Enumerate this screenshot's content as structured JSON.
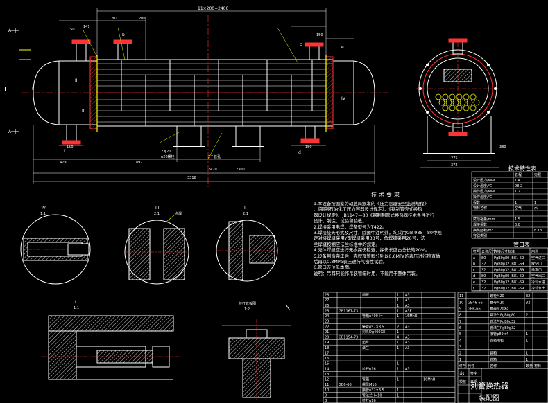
{
  "drawing": {
    "dimension_top": "11×200=2400",
    "section_markers": {
      "A": "A",
      "b": "b",
      "c": "c",
      "d": "d",
      "e": "e",
      "f": "f",
      "I": "I",
      "II": "II",
      "III": "III",
      "IV": "IV",
      "L": "L"
    },
    "dims": {
      "d141": "141",
      "d201": "201",
      "d150a": "150",
      "d150b": "150",
      "d150c": "150",
      "d150d": "150",
      "d200": "200",
      "d479": "479",
      "d892": "892",
      "d3316": "3316",
      "d2470": "2470",
      "d2300": "2300",
      "d372": "372",
      "d275": "275",
      "d380": "380"
    },
    "notes": {
      "n1": "2.φ20",
      "n2": "φ20螺栓",
      "n3": "2个管孔"
    }
  },
  "details": {
    "iv": "IV",
    "iv_scale": "1:1",
    "iii": "III",
    "iii_scale": "2:1",
    "ii": "II",
    "ii_scale": "2:1",
    "i": "I",
    "i_scale": "1:1",
    "pipe_plate": "拉杆管板图",
    "pipe_scale": "1:2",
    "weld": "点焊"
  },
  "requirements": {
    "title": "技术要求",
    "lines": [
      "1.本设备按国家劳动总局颁发的《压力容器安全监测规程》",
      "、《钢制石油化工压力容器设计规定》、《钢制管壳式换热",
      "器设计规定》、JB1147—80《钢制列管式换热器技术条件进行",
      "设计、制造、试验和验收。",
      "2.焊接采用电焊，焊条型号为T422。",
      "3.焊接接头形式及尺寸，除图中注明外，均采用GB 985—80中规",
      "定对接焊缝采用Y型焊缝采用33号，角焊缝采用26号，法",
      "兰焊缝按相应法兰标准中的规定。",
      "4.壳体焊缝应进行无损探伤检查，探伤长度占总长的20%。",
      "5.设备制造完毕后，壳程及管程分别以0.6MPa的表压进行检查做",
      "后再以0.8MPa表压进行气密性试验。",
      "6.管口方位见本图。",
      "说明：吊耳只能作吊装管箱时用，不能用于整体吊装。"
    ]
  },
  "tech": {
    "title": "技术特性表",
    "head": [
      "",
      "管程",
      "壳程"
    ],
    "rows": [
      [
        "设计压力/MPa",
        "1.4",
        ""
      ],
      [
        "设计温度/℃",
        "98.2",
        ""
      ],
      [
        "操作压力/MPa",
        "1.2",
        ""
      ],
      [
        "操作温度/℃",
        "",
        ""
      ],
      [
        "程数",
        "1",
        "1"
      ],
      [
        "物料名称",
        "空气",
        "水"
      ],
      [
        "",
        "",
        ""
      ],
      [
        "腐蚀裕量/mm",
        "1.5",
        ""
      ],
      [
        "焊接系数",
        "0.8",
        ""
      ],
      [
        "换热面积/m²",
        "",
        "8.13"
      ],
      [
        "容器类别",
        "",
        ""
      ]
    ]
  },
  "pipes": {
    "title": "管口表",
    "head": [
      "符号",
      "公称尺寸",
      "连接尺寸标准",
      "用途"
    ],
    "rows": [
      [
        "a",
        "80",
        "PgB0g80 JB81-59",
        "空气进口"
      ],
      [
        "b",
        "32",
        "PgB0g32 JB81-59",
        "放空口"
      ],
      [
        "c",
        "32",
        "PgB0g32 JB81-59",
        "排净口"
      ],
      [
        "d",
        "80",
        "PgB0g80 JB81-59",
        "空气出口"
      ],
      [
        "e",
        "32",
        "PgB0g32 JB81-59",
        "冷却水进"
      ],
      [
        "f",
        "32",
        "PgB0g32 JB81-59",
        "冷却水出"
      ]
    ]
  },
  "bom_left": {
    "rows": [
      [
        "28",
        "",
        "挡板",
        "1",
        "A3",
        ""
      ],
      [
        "27",
        "",
        "",
        "1",
        "A3",
        ""
      ],
      [
        "26",
        "",
        "",
        "1",
        "A3",
        ""
      ],
      [
        "25",
        "GB1167-73",
        "",
        "1",
        "A3F",
        ""
      ],
      [
        "24",
        "",
        "管箱φ400 l=",
        "1",
        "16MnR",
        ""
      ],
      [
        "23",
        "",
        "",
        "",
        "",
        ""
      ],
      [
        "22",
        "",
        "接管φ57×3.5",
        "2",
        "A3",
        ""
      ],
      [
        "21",
        "",
        "封头Dg400X8",
        "1",
        "",
        ""
      ],
      [
        "20",
        "GB1154-73",
        "",
        "4",
        "A3",
        ""
      ],
      [
        "19",
        "",
        "垫片",
        "1",
        "A3",
        ""
      ],
      [
        "18",
        "",
        "法兰",
        "1",
        "A3",
        ""
      ],
      [
        "17",
        "",
        "",
        "",
        "",
        ""
      ],
      [
        "16",
        "",
        "",
        "",
        "",
        ""
      ],
      [
        "15",
        "",
        "",
        "1",
        "",
        ""
      ],
      [
        "14",
        "",
        "拉杆φ16",
        "1",
        "A3",
        ""
      ],
      [
        "13",
        "",
        "",
        "",
        "",
        ""
      ],
      [
        "12",
        "",
        "管箱",
        "1",
        "",
        "16MnR"
      ],
      [
        "11",
        "GB6-66",
        "螺母M16",
        "",
        "",
        ""
      ],
      [
        "10",
        "",
        "接管φ32×3.5",
        "1",
        "",
        ""
      ],
      [
        "9",
        "",
        "管法兰 l=10",
        "1",
        "",
        ""
      ],
      [
        "8",
        "",
        "拉杆φ16",
        "",
        "",
        ""
      ]
    ]
  },
  "bom_right": {
    "rows": [
      [
        "11",
        "",
        "螺栓M20",
        "32",
        "",
        ""
      ],
      [
        "10",
        "GB46-66",
        "螺母M20",
        "32",
        "",
        ""
      ],
      [
        "9",
        "GB6-66",
        "螺母M20X4",
        "",
        "",
        ""
      ],
      [
        "8",
        "",
        "管法兰PgB0g80",
        "2",
        "",
        ""
      ],
      [
        "7",
        "",
        "管法兰PgB0g32",
        "",
        "",
        ""
      ],
      [
        "6",
        "",
        "管法兰PgB0g32",
        "",
        "",
        ""
      ],
      [
        "5",
        "",
        "接管φ89×4",
        "1",
        "",
        ""
      ],
      [
        "4",
        "",
        "管箱隔板",
        "1",
        "",
        ""
      ],
      [
        "3",
        "",
        "",
        "",
        "",
        ""
      ],
      [
        "2",
        "",
        "管箱",
        "1",
        "",
        ""
      ],
      [
        "1",
        "",
        "管箱",
        "1",
        "",
        ""
      ]
    ],
    "head": [
      "件号",
      "代号",
      "名称",
      "数量",
      "材料",
      ""
    ]
  },
  "title_block": {
    "name": "列管换热器",
    "sub": "装配图",
    "design": "设计",
    "check": "校核",
    "signature": "签字",
    "date": "日期"
  }
}
